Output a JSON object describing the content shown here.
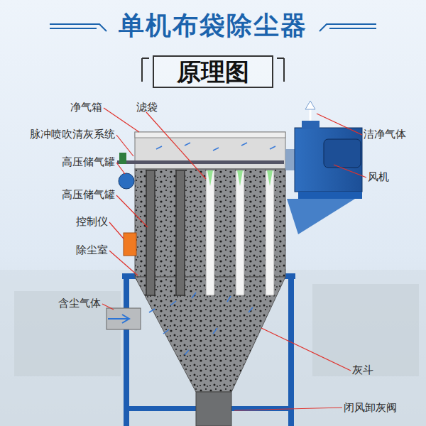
{
  "diagram": {
    "title": "单机布袋除尘器",
    "nodes": [
      {
        "text": [
          "原理图"
        ]
      }
    ],
    "labels": [
      "净气箱",
      "滤袋",
      "脉冲喷吹清灰系统",
      "高压储气罐",
      "高压储气罐",
      "控制仪",
      "除尘室",
      "含尘气体",
      "洁净气体",
      "风机",
      "灰斗",
      "闭风卸灰阀"
    ]
  }
}
